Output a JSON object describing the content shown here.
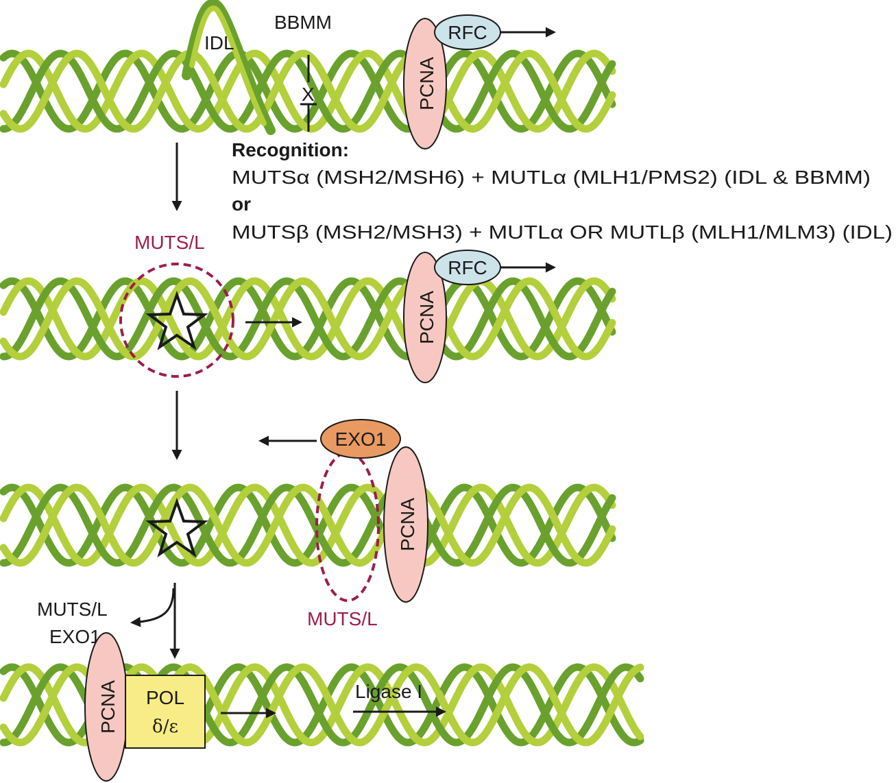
{
  "labels": {
    "idl": "IDL",
    "bbmm": "BBMM",
    "x": "X",
    "recognition_title": "Recognition:",
    "recognition_line1": "MUTSα (MSH2/MSH6) + MUTLα (MLH1/PMS2) (IDL & BBMM)",
    "or": "or",
    "recognition_line2": "MUTSβ (MSH2/MSH3) + MUTLα OR MUTLβ (MLH1/MLM3) (IDL)",
    "muts_l": "MUTS/L",
    "rfc": "RFC",
    "pcna": "PCNA",
    "exo1": "EXO1",
    "released_line1": "MUTS/L",
    "released_line2": "EXO1",
    "pol_line1": "POL",
    "pol_line2": "δ/ε",
    "ligase": "Ligase I"
  },
  "colors": {
    "strand_dark": "#6aa12d",
    "strand_light": "#b4cf3c",
    "pcna_fill": "#f6c8c1",
    "rfc_fill": "#cde3ea",
    "exo1_fill": "#e99a62",
    "pol_fill": "#f8ec86",
    "muts_dash": "#9c1e48"
  }
}
